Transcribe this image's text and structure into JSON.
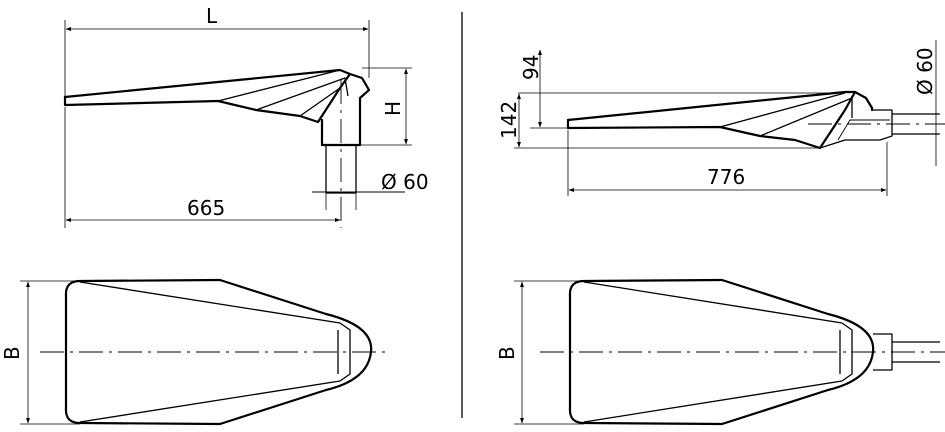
{
  "labels": {
    "length": "L",
    "height": "H",
    "breadth_left": "B",
    "breadth_right": "B",
    "width_665": "665",
    "width_776": "776",
    "dim_94": "94",
    "dim_142": "142",
    "diameter_side": "Ø 60",
    "diameter_top_right": "Ø 60"
  }
}
